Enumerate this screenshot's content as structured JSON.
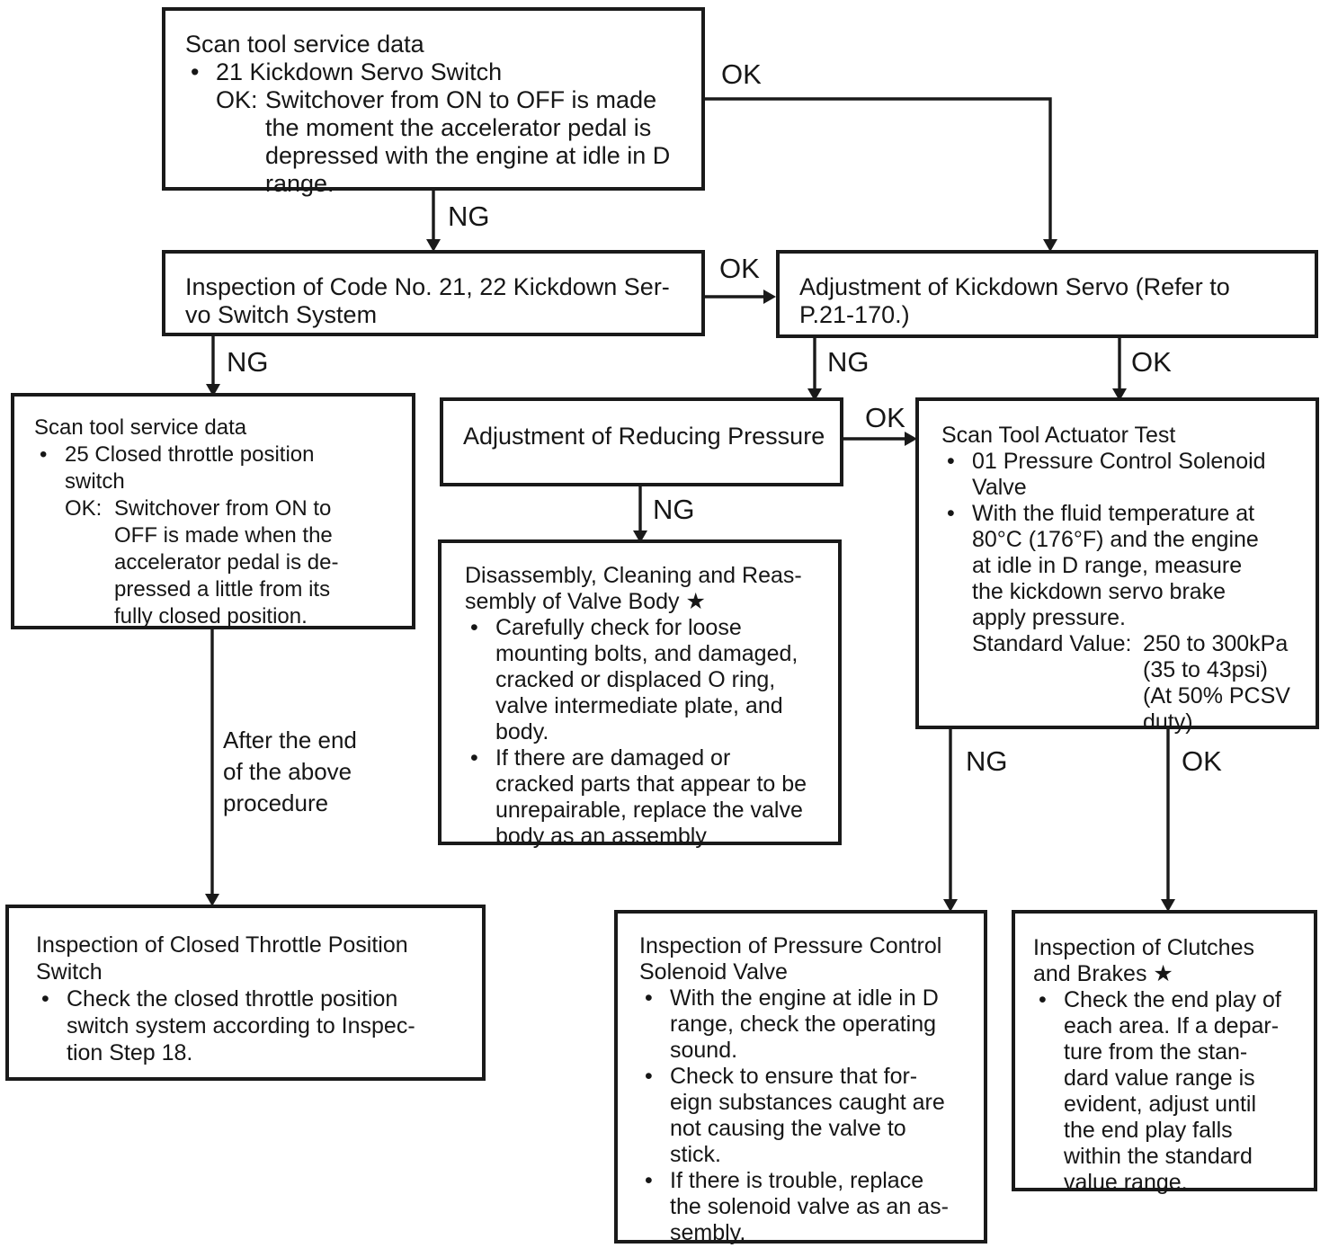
{
  "page": {
    "background": "#ffffff",
    "ink": "#1a1a1a"
  },
  "glyphs": {
    "bullet": "•"
  },
  "connectors": {
    "a_to_b": {
      "label": "NG"
    },
    "a_to_c": {
      "label": "OK"
    },
    "b_to_c": {
      "label": "OK"
    },
    "b_to_d": {
      "label": "NG"
    },
    "c_to_e": {
      "label": "NG"
    },
    "c_to_g": {
      "label": "OK"
    },
    "e_to_f": {
      "label": "NG"
    },
    "e_to_g": {
      "label": "OK"
    },
    "g_to_i": {
      "label": "NG"
    },
    "g_to_j": {
      "label": "OK"
    },
    "d_to_h_note": [
      "After the end",
      "of the above",
      "procedure"
    ]
  },
  "boxes": {
    "scan21": {
      "title": "Scan tool service data",
      "item": "21 Kickdown Servo Switch",
      "ok_prefix": "OK:",
      "ok_lines": [
        "Switchover from ON to OFF is made",
        "the moment the accelerator pedal is",
        "depressed with the engine at idle in D",
        "range."
      ]
    },
    "inspect2122": {
      "lines": [
        "Inspection of Code No. 21, 22 Kickdown Ser-",
        "vo Switch System"
      ]
    },
    "adjustServo": {
      "lines": [
        "Adjustment of Kickdown Servo (Refer to",
        "P.21-170.)"
      ]
    },
    "scan25": {
      "title": "Scan tool service data",
      "item_lines": [
        "25 Closed throttle position",
        "switch"
      ],
      "ok_prefix": "OK:",
      "ok_lines": [
        "Switchover from ON to",
        "OFF is made when the",
        "accelerator pedal is de-",
        "pressed a little from its",
        "fully closed position."
      ]
    },
    "adjustReducing": {
      "line": "Adjustment of Reducing Pressure"
    },
    "valveBody": {
      "title_lines": [
        "Disassembly, Cleaning and Reas-",
        "sembly of Valve Body ★"
      ],
      "b1_lines": [
        "Carefully check for loose",
        "mounting bolts, and damaged,",
        "cracked or displaced O ring,",
        "valve intermediate plate, and",
        "body."
      ],
      "b2_lines": [
        "If there are damaged or",
        "cracked parts that appear to be",
        "unrepairable, replace the valve",
        "body as an assembly"
      ]
    },
    "actuatorTest": {
      "title": "Scan Tool Actuator Test",
      "b1_lines": [
        "01 Pressure Control Solenoid",
        "Valve"
      ],
      "b2_lines": [
        "With the fluid temperature at",
        "80°C (176°F) and the engine",
        "at idle in D range, measure",
        "the kickdown servo brake",
        "apply pressure."
      ],
      "sv_label": "Standard Value:",
      "sv_lines": [
        "250 to 300kPa",
        "(35 to 43psi)",
        "(At 50% PCSV",
        "duty)"
      ]
    },
    "inspectClosedThrottle": {
      "title_lines": [
        "Inspection of Closed Throttle Position",
        "Switch"
      ],
      "b1_lines": [
        "Check the closed throttle position",
        "switch system according to Inspec-",
        "tion Step 18."
      ]
    },
    "inspectPCSV": {
      "title_lines": [
        "Inspection of Pressure Control",
        "Solenoid Valve"
      ],
      "b1_lines": [
        "With the engine at idle in D",
        "range, check the operating",
        "sound."
      ],
      "b2_lines": [
        "Check to ensure that for-",
        "eign substances caught are",
        "not causing the valve to",
        "stick."
      ],
      "b3_lines": [
        "If there is trouble, replace",
        "the solenoid valve as an as-",
        "sembly."
      ]
    },
    "inspectClutches": {
      "title_lines": [
        "Inspection of Clutches",
        "and Brakes ★"
      ],
      "b1_lines": [
        "Check the end play of",
        "each area. If a depar-",
        "ture from the stan-",
        "dard value range is",
        "evident, adjust until",
        "the end play falls",
        "within the standard",
        "value range."
      ]
    }
  }
}
